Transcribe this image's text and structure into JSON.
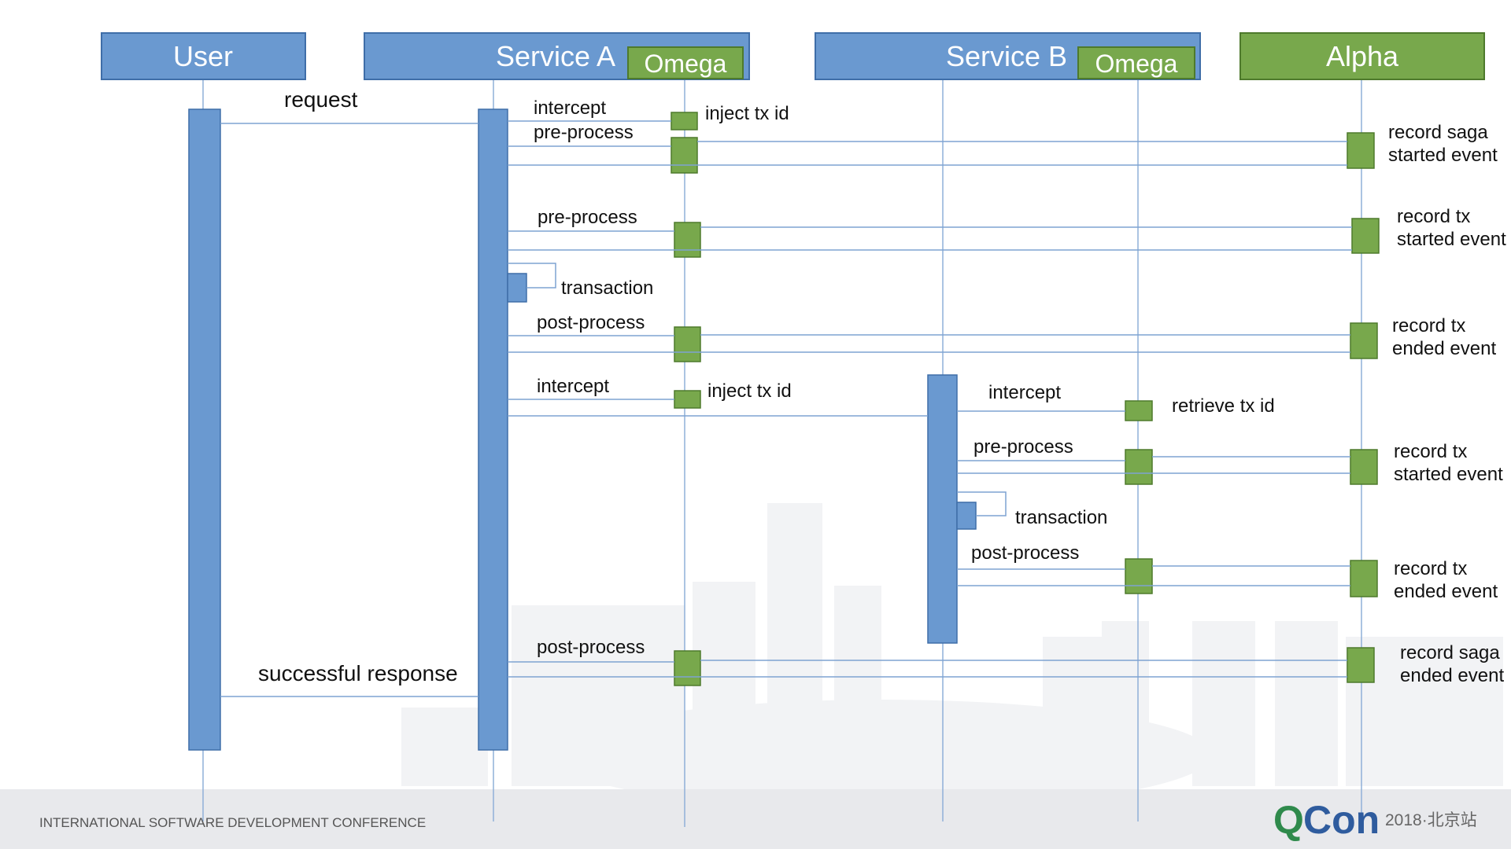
{
  "participants": {
    "user": "User",
    "service_a": "Service A",
    "omega_a": "Omega",
    "service_b": "Service B",
    "omega_b": "Omega",
    "alpha": "Alpha"
  },
  "messages": {
    "request": "request",
    "a_intercept": "intercept",
    "inject_tx_id_1": "inject tx id",
    "a_pre_process_1": "pre-process",
    "record_saga_started": [
      "record saga",
      "started event"
    ],
    "a_pre_process_2": "pre-process",
    "record_tx_started_a": [
      "record tx",
      "started event"
    ],
    "a_transaction": "transaction",
    "a_post_process_1": "post-process",
    "record_tx_ended_a": [
      "record tx",
      "ended event"
    ],
    "a_intercept_2": "intercept",
    "inject_tx_id_2": "inject tx id",
    "b_intercept": "intercept",
    "retrieve_tx_id": "retrieve tx id",
    "b_pre_process": "pre-process",
    "record_tx_started_b": [
      "record tx",
      "started event"
    ],
    "b_transaction": "transaction",
    "b_post_process": "post-process",
    "record_tx_ended_b": [
      "record tx",
      "ended event"
    ],
    "a_post_process_2": "post-process",
    "record_saga_ended": [
      "record saga",
      "ended event"
    ],
    "successful_response": "successful response"
  },
  "footer": {
    "conference": "INTERNATIONAL SOFTWARE DEVELOPMENT CONFERENCE",
    "logo_q": "Q",
    "logo_con": "Con",
    "logo_sub": "2018·北京站"
  },
  "colors": {
    "blue": "#6a99d0",
    "green": "#78a84c",
    "line": "#7ea3d2"
  }
}
